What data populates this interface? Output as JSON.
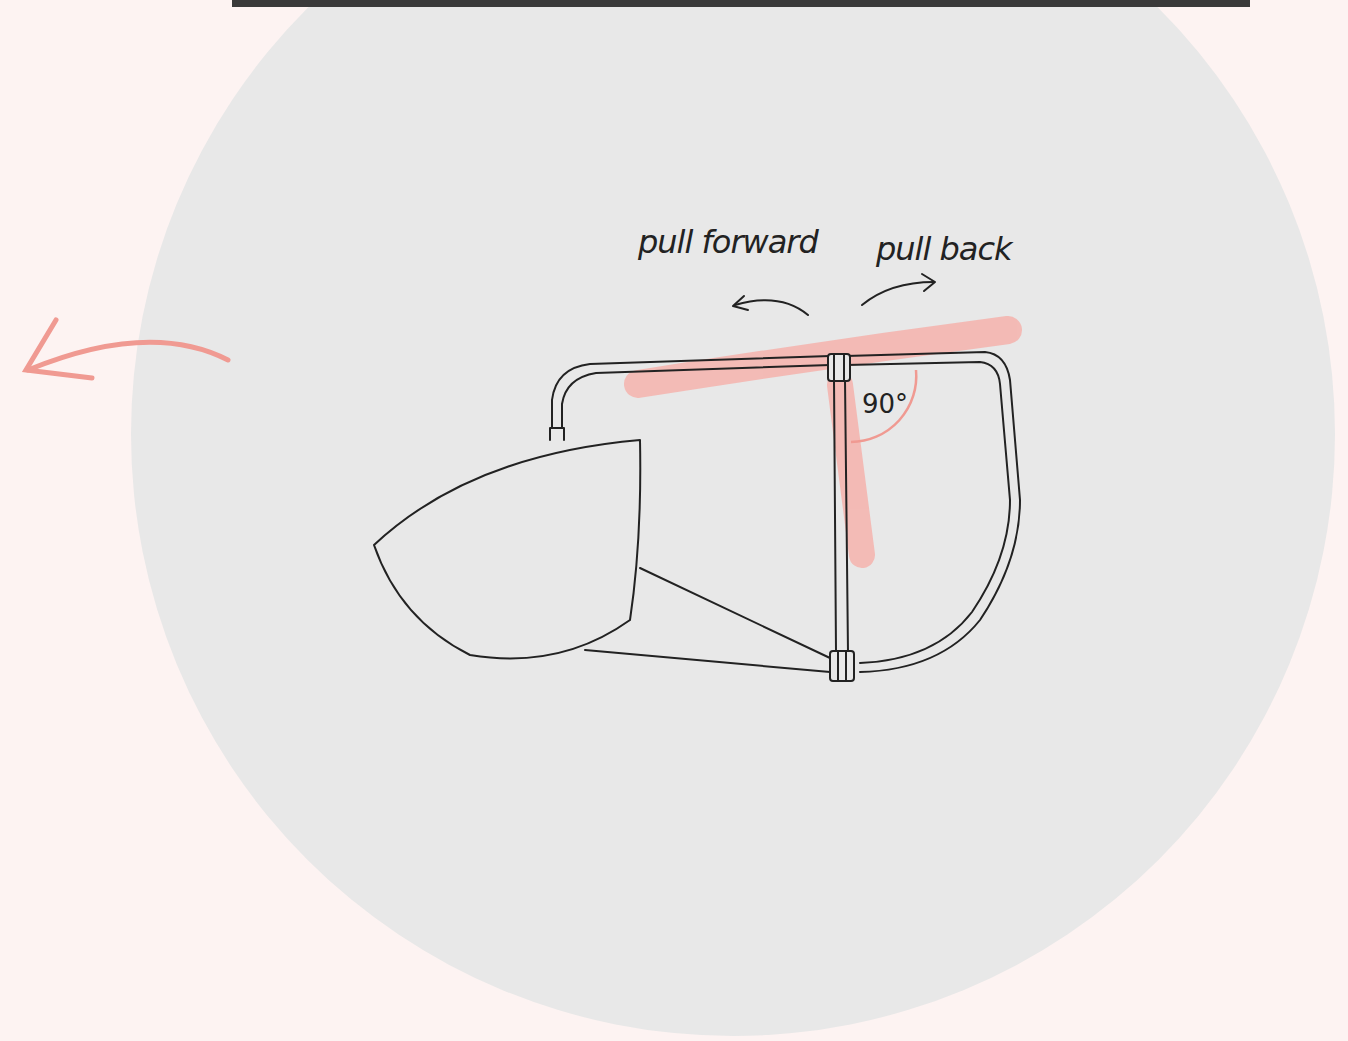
{
  "diagram": {
    "labels": [
      "pull forward",
      "pull back",
      "90°"
    ]
  }
}
